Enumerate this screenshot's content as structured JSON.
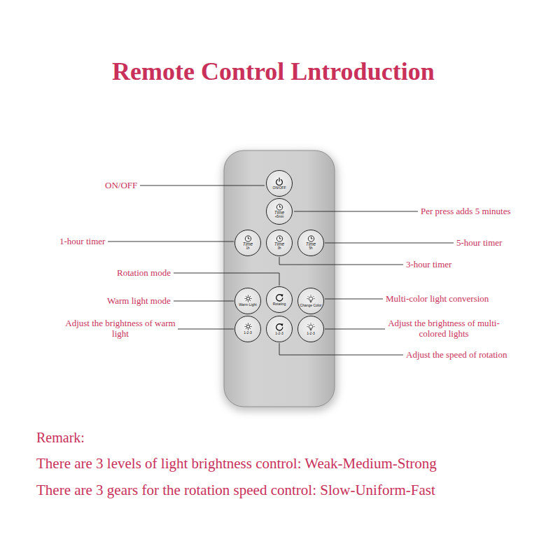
{
  "diagram": {
    "title": "Remote Control Lntroduction",
    "nodes": [
      {
        "text": [
          "ON/OFF"
        ]
      },
      {
        "text": [
          "Time",
          "+5min"
        ]
      },
      {
        "text": [
          "Time",
          "1h"
        ]
      },
      {
        "text": [
          "Time",
          "3h"
        ]
      },
      {
        "text": [
          "Time",
          "5h"
        ]
      },
      {
        "text": [
          "Warm Light"
        ]
      },
      {
        "text": [
          "Rotating"
        ]
      },
      {
        "text": [
          "Change Color"
        ]
      },
      {
        "text": [
          "1-2-3"
        ]
      },
      {
        "text": [
          "1-2-3"
        ]
      },
      {
        "text": [
          "1-2-3"
        ]
      }
    ],
    "labels": [
      "ON/OFF",
      "Per press adds 5 minutes",
      "1-hour timer",
      "5-hour timer",
      "Rotation mode",
      "3-hour timer",
      "Warm light mode",
      "Multi-color light conversion",
      "Adjust the brightness of warm light",
      "Adjust the brightness of multi-colored lights",
      "Adjust the speed of rotation",
      "Remark:",
      "There are 3 levels of light brightness control: Weak-Medium-Strong",
      "There are 3 gears for the rotation speed control: Slow-Uniform-Fast"
    ]
  }
}
